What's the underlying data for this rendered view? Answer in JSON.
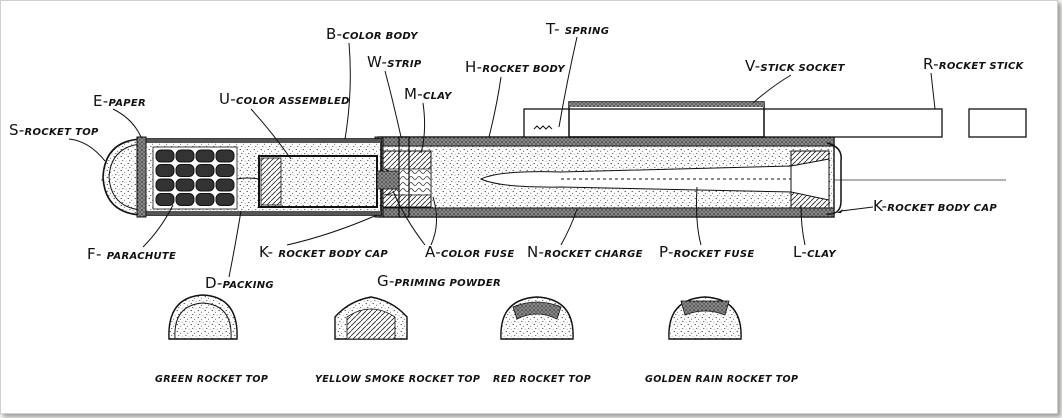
{
  "labels": {
    "s": {
      "letter": "S",
      "text": "ROCKET TOP"
    },
    "e": {
      "letter": "E",
      "text": "PAPER"
    },
    "u": {
      "letter": "U",
      "text": "COLOR ASSEMBLED"
    },
    "b": {
      "letter": "B",
      "text": "COLOR BODY"
    },
    "w": {
      "letter": "W",
      "text": "STRIP"
    },
    "m": {
      "letter": "M",
      "text": "CLAY"
    },
    "h": {
      "letter": "H",
      "text": "ROCKET BODY"
    },
    "t": {
      "letter": "T",
      "text": "SPRING"
    },
    "v": {
      "letter": "V",
      "text": "STICK SOCKET"
    },
    "r": {
      "letter": "R",
      "text": "ROCKET STICK"
    },
    "k2": {
      "letter": "K",
      "text": "ROCKET BODY CAP"
    },
    "f": {
      "letter": "F",
      "text": "PARACHUTE"
    },
    "d": {
      "letter": "D",
      "text": "PACKING"
    },
    "k1": {
      "letter": "K",
      "text": "ROCKET BODY CAP"
    },
    "g": {
      "letter": "G",
      "text": "PRIMING POWDER"
    },
    "a": {
      "letter": "A",
      "text": "COLOR FUSE"
    },
    "n": {
      "letter": "N",
      "text": "ROCKET CHARGE"
    },
    "p": {
      "letter": "P",
      "text": "ROCKET FUSE"
    },
    "l": {
      "letter": "L",
      "text": "CLAY"
    }
  },
  "captions": {
    "green": "GREEN ROCKET TOP",
    "yellow": "YELLOW SMOKE ROCKET TOP",
    "red": "RED ROCKET TOP",
    "golden": "GOLDEN RAIN ROCKET TOP"
  },
  "colors": {
    "ink": "#111111",
    "paper": "#ffffff"
  }
}
